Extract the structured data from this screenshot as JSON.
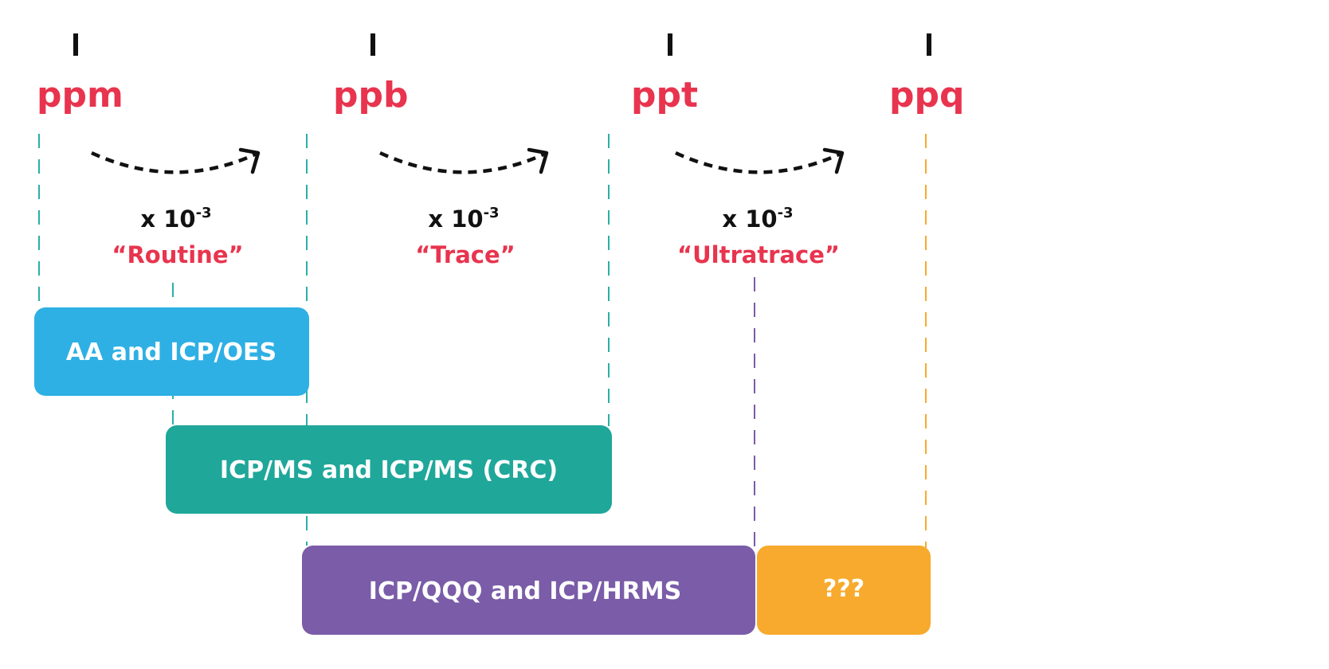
{
  "colors": {
    "accent_red": "#e8344e",
    "blue": "#2eb0e4",
    "teal": "#1fa79a",
    "purple": "#7a5ca8",
    "orange": "#f7aa2d",
    "dashed_teal": "#2ab0a6",
    "dashed_purple": "#7a5ca8",
    "dashed_orange": "#f7aa2d",
    "black": "#111111"
  },
  "units": [
    {
      "label": "ppm"
    },
    {
      "label": "ppb"
    },
    {
      "label": "ppt"
    },
    {
      "label": "ppq"
    }
  ],
  "transitions": [
    {
      "factor_base": "x 10",
      "factor_exp": "-3",
      "name": "“Routine”"
    },
    {
      "factor_base": "x 10",
      "factor_exp": "-3",
      "name": "“Trace”"
    },
    {
      "factor_base": "x 10",
      "factor_exp": "-3",
      "name": "“Ultratrace”"
    }
  ],
  "techniques": [
    {
      "label": "AA and ICP/OES",
      "color": "#2eb0e4"
    },
    {
      "label": "ICP/MS and ICP/MS (CRC)",
      "color": "#1fa79a"
    },
    {
      "label": "ICP/QQQ and ICP/HRMS",
      "color": "#7a5ca8"
    },
    {
      "label": "???",
      "color": "#f7aa2d"
    }
  ],
  "icons": [
    "curved-arrow-icon"
  ]
}
